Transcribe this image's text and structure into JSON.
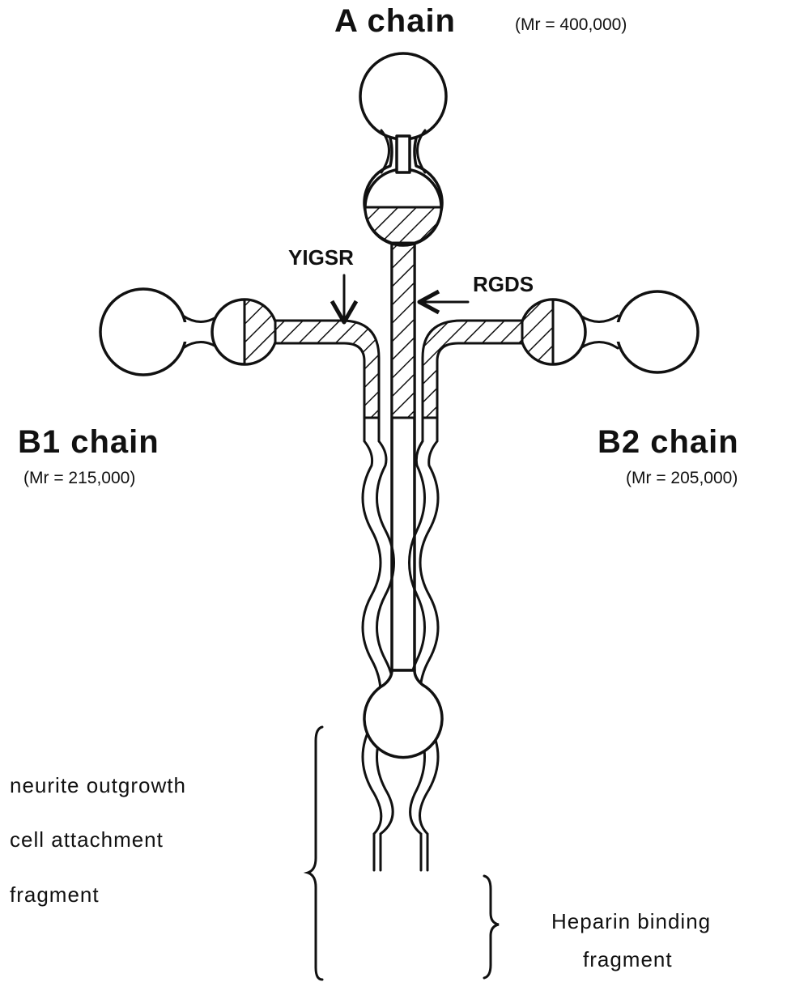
{
  "labels": {
    "a_chain": "A chain",
    "a_mr": "(Mr = 400,000)",
    "b1_chain": "B1 chain",
    "b1_mr": "(Mr = 215,000)",
    "b2_chain": "B2 chain",
    "b2_mr": "(Mr = 205,000)",
    "yigsr": "YIGSR",
    "rgds": "RGDS",
    "neurite_line1": "neurite outgrowth",
    "neurite_line2": "cell attachment",
    "neurite_line3": "fragment",
    "heparin_line1": "Heparin binding",
    "heparin_line2": "fragment"
  },
  "colors": {
    "ink": "#111111",
    "paper": "#ffffff"
  }
}
